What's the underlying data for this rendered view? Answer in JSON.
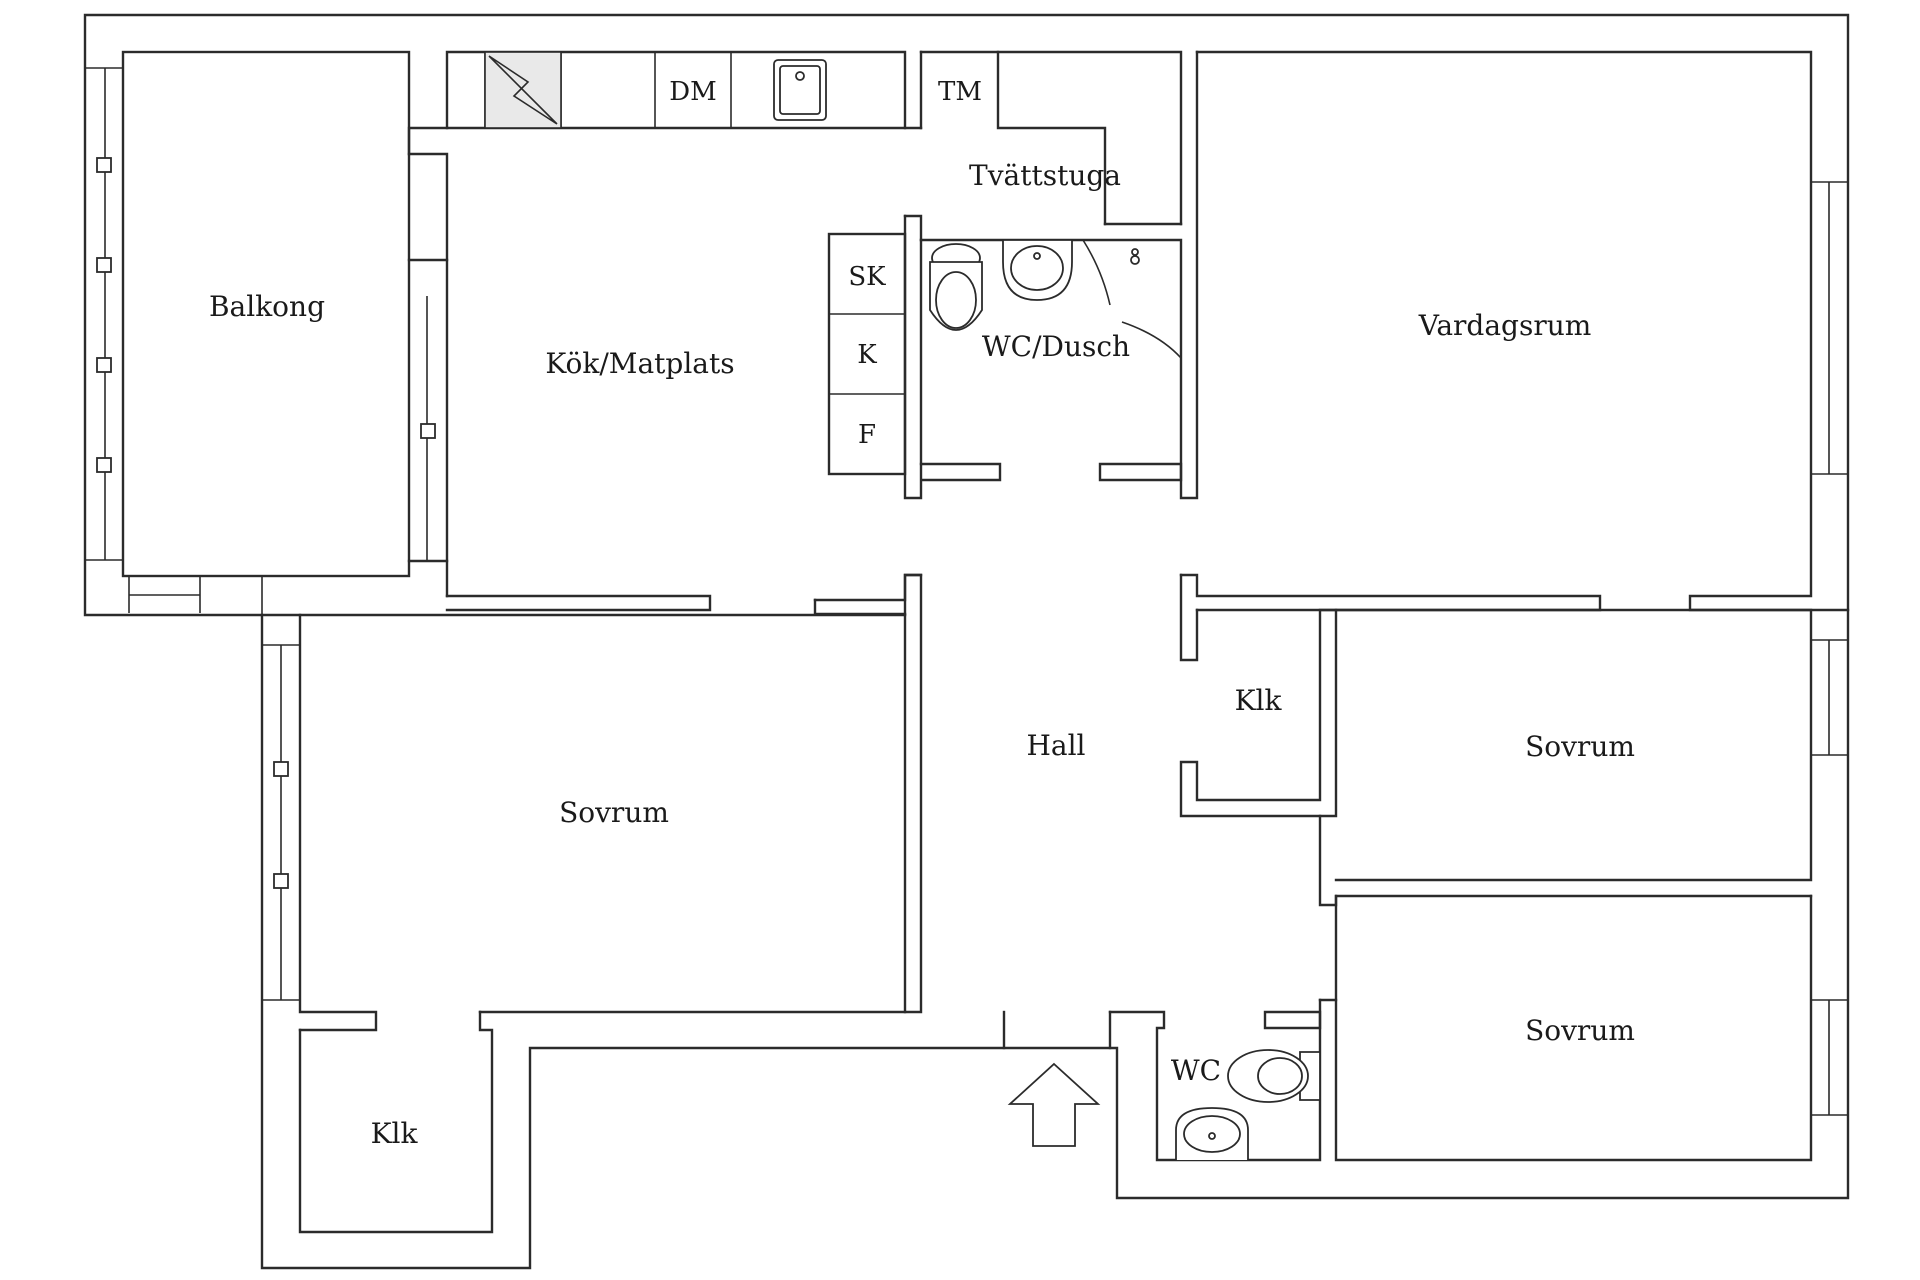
{
  "rooms": {
    "balcony": "Balkong",
    "kitchen": "Kök/Matplats",
    "laundry": "Tvättstuga",
    "wc_shower": "WC/Dusch",
    "living": "Vardagsrum",
    "bedroom_left": "Sovrum",
    "bedroom_mid": "Sovrum",
    "bedroom_bottom": "Sovrum",
    "hall": "Hall",
    "closet_mid": "Klk",
    "closet_left": "Klk",
    "wc_small": "WC"
  },
  "appliances": {
    "dishwasher": "DM",
    "dryer": "TM",
    "storage_cabinet": "SK",
    "fridge": "K",
    "freezer": "F"
  }
}
